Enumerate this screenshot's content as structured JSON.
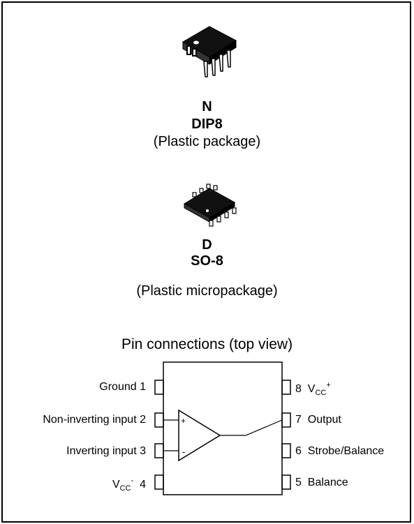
{
  "packages": [
    {
      "letter": "N",
      "name": "DIP8",
      "desc": "(Plastic package)",
      "icon": "dip8-package-icon"
    },
    {
      "letter": "D",
      "name": "SO-8",
      "desc": "(Plastic micropackage)",
      "icon": "so8-package-icon"
    }
  ],
  "pin_section": {
    "title": "Pin connections (top view)",
    "left_pins": [
      {
        "label": "Ground",
        "num": "1"
      },
      {
        "label": "Non-inverting input",
        "num": "2"
      },
      {
        "label": "Inverting input",
        "num": "3"
      },
      {
        "label_main": "V",
        "label_sub": "CC",
        "label_sup": "-",
        "num": "4"
      }
    ],
    "right_pins": [
      {
        "num": "8",
        "label_main": "V",
        "label_sub": "CC",
        "label_sup": "+"
      },
      {
        "num": "7",
        "label": "Output"
      },
      {
        "num": "6",
        "label": "Strobe/Balance"
      },
      {
        "num": "5",
        "label": "Balance"
      }
    ],
    "opamp_plus": "+",
    "opamp_minus": "-"
  }
}
